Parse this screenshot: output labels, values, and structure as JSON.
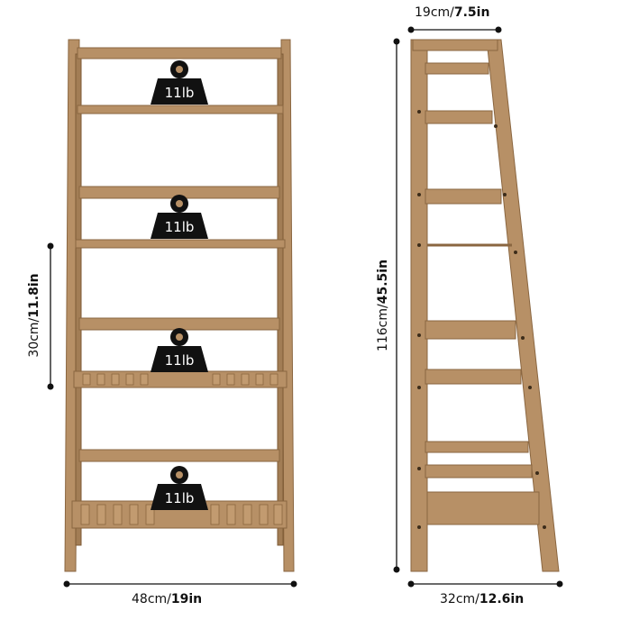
{
  "dimensions": {
    "width_bottom": {
      "metric": "48cm/",
      "imperial": "19in"
    },
    "shelf_spacing": {
      "metric": "30cm/",
      "imperial": "11.8in"
    },
    "depth_top": {
      "metric": "19cm/",
      "imperial": "7.5in"
    },
    "height": {
      "metric": "116cm/",
      "imperial": "45.5in"
    },
    "depth_bottom": {
      "metric": "32cm/",
      "imperial": "12.6in"
    }
  },
  "weights": [
    {
      "label": "11lb"
    },
    {
      "label": "11lb"
    },
    {
      "label": "11lb"
    },
    {
      "label": "11lb"
    }
  ],
  "colors": {
    "wood": "#b79066",
    "weight_icon": "#111111",
    "dimension_line": "#111111"
  }
}
